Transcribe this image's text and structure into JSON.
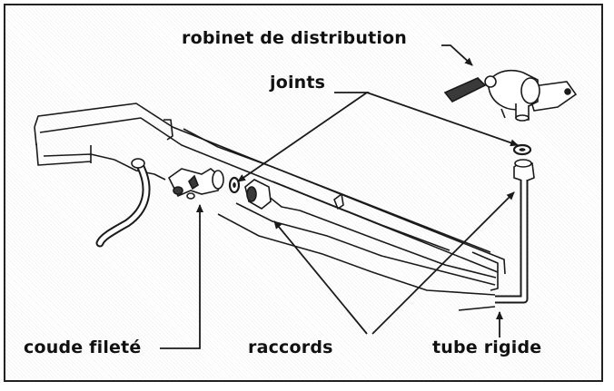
{
  "labels": {
    "robinet": "robinet de distribution",
    "joints": "joints",
    "coude": "coude fileté",
    "raccords": "raccords",
    "tube": "tube rigide"
  },
  "colors": {
    "line": "#1a1a1a",
    "fill_dark": "#3a3a3a",
    "background": "#ffffff"
  }
}
